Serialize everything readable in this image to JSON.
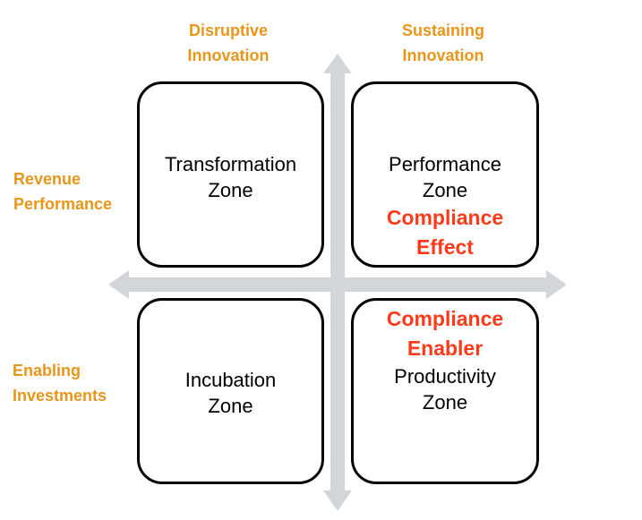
{
  "colors": {
    "axis_label": "#e8961a",
    "highlight": "#ff3a1a",
    "arrow": "#d3d6d9",
    "border": "#000000"
  },
  "columns": {
    "left": [
      "Disruptive",
      "Innovation"
    ],
    "right": [
      "Sustaining",
      "Innovation"
    ]
  },
  "rows": {
    "top": [
      "Revenue",
      "Performance"
    ],
    "bottom": [
      "Enabling",
      "Investments"
    ]
  },
  "zones": {
    "top_left": {
      "name": [
        "Transformation",
        "Zone"
      ]
    },
    "top_right": {
      "name": [
        "Performance",
        "Zone"
      ],
      "effect": [
        "Compliance",
        "Effect"
      ]
    },
    "bottom_left": {
      "name": [
        "Incubation",
        "Zone"
      ]
    },
    "bottom_right": {
      "effect": [
        "Compliance",
        "Enabler"
      ],
      "name": [
        "Productivity",
        "Zone"
      ]
    }
  }
}
